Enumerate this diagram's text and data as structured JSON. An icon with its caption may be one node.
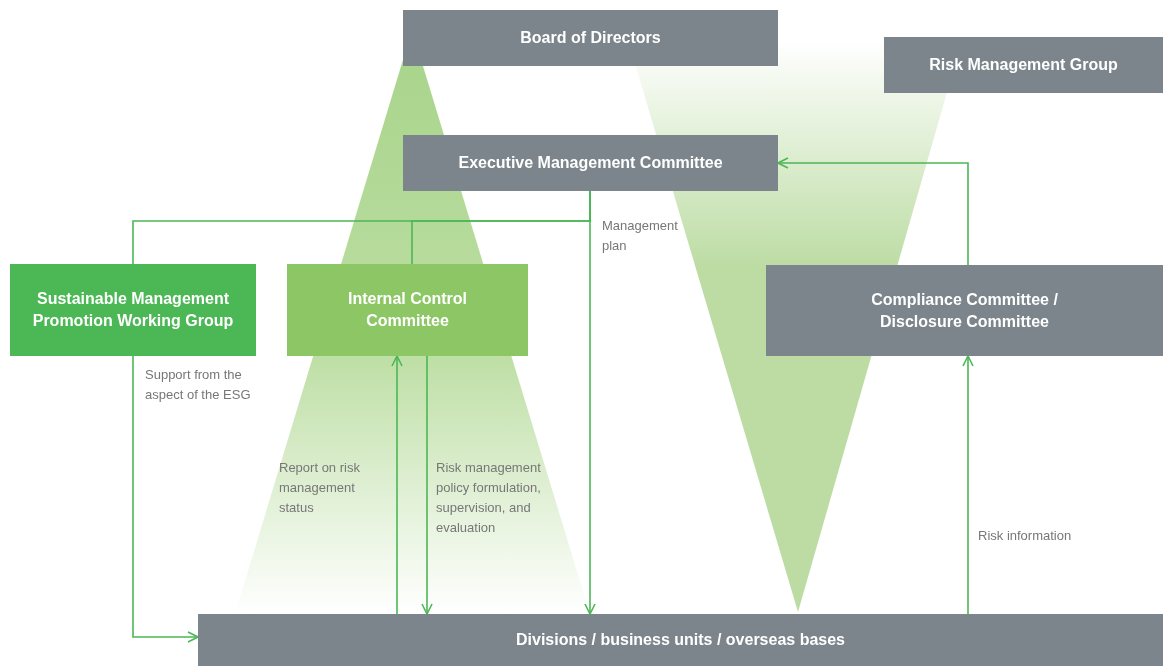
{
  "diagram": {
    "nodes": [
      {
        "text": [
          "Board of Directors"
        ]
      },
      {
        "text": [
          "Risk Management Group"
        ]
      },
      {
        "text": [
          "Executive Management Committee"
        ]
      },
      {
        "text": [
          "Sustainable Management Promotion Working Group"
        ]
      },
      {
        "text": [
          "Internal Control Committee"
        ]
      },
      {
        "text": [
          "Compliance Committee / Disclosure Committee"
        ]
      },
      {
        "text": [
          "Divisions / business units / overseas bases"
        ]
      }
    ],
    "edges": [
      {
        "from": 2,
        "to": 3,
        "arrow": "none"
      },
      {
        "from": 2,
        "to": 4,
        "arrow": "none"
      },
      {
        "from": 2,
        "to": 6,
        "arrow": "to",
        "label": "Management plan"
      },
      {
        "from": 3,
        "to": 6,
        "arrow": "to",
        "label": "Support from the aspect of the ESG"
      },
      {
        "from": 6,
        "to": 4,
        "arrow": "to",
        "label": "Report on risk management status"
      },
      {
        "from": 4,
        "to": 6,
        "arrow": "to",
        "label": "Risk management policy formulation, supervision, and evaluation"
      },
      {
        "from": 6,
        "to": 5,
        "arrow": "to",
        "label": "Risk information"
      },
      {
        "from": 5,
        "to": 2,
        "arrow": "to"
      }
    ]
  }
}
